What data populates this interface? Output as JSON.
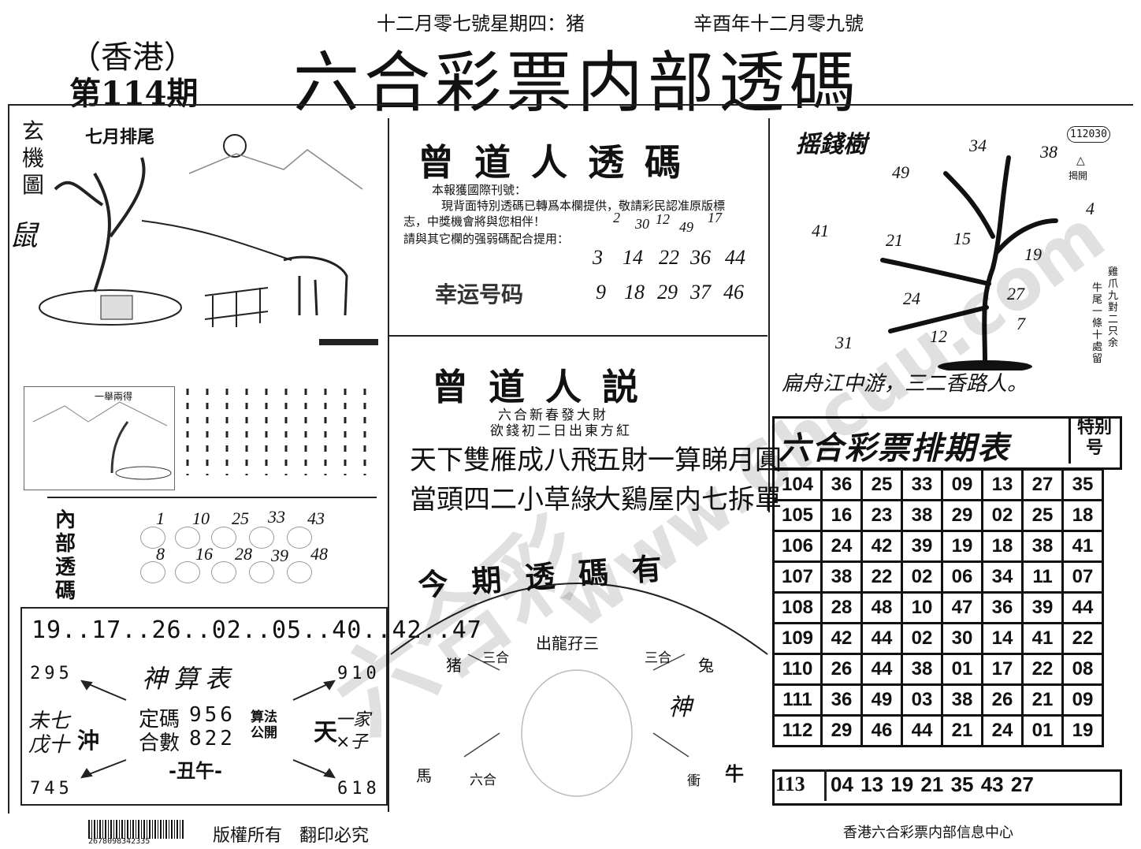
{
  "header": {
    "date_line_left": "十二月零七號星期四：猪",
    "date_line_right": "辛酉年十二月零九號",
    "region": "（香港）",
    "issue": "第114期",
    "title": "六合彩票内部透碼"
  },
  "left_top": {
    "vertical_label": "玄機圖",
    "caption": "七月排尾",
    "side_char": "鼠"
  },
  "left_mid": {
    "scroll_caption": "一舉兩得"
  },
  "inner_code": {
    "label": "內部透碼",
    "row1": [
      "1",
      "10",
      "25",
      "33",
      "43"
    ],
    "row2": [
      "8",
      "16",
      "28",
      "39",
      "48"
    ]
  },
  "shensuan": {
    "top_numbers": "19..17..26..02..05..40..42..47",
    "title": "神算表",
    "corner_tl": "295",
    "corner_tr": "910",
    "corner_bl": "745",
    "corner_br": "618",
    "left_hand": "未七 戊十",
    "chong": "沖",
    "fixed_label": "定碼",
    "fixed_value": "956",
    "sum_label": "合數",
    "sum_value": "822",
    "method": "算法公開",
    "right_char": "天",
    "right_hand": "一家 ×子",
    "branch": "-丑午-"
  },
  "center": {
    "title1": "曾道人透碼",
    "notice1": "本報獲國際刊號：",
    "notice2": "現背面特別透碼已轉爲本欄提供，敬請彩民認准原版標",
    "notice3": "志，中獎機會將與您相伴！",
    "notice4": "請與其它欄的强弱碼配合提用：",
    "lucky_label": "幸运号码",
    "hand_top": [
      "2",
      "30",
      "12",
      "49",
      "17"
    ],
    "lucky_row1": [
      "3",
      "14",
      "22",
      "36",
      "44"
    ],
    "lucky_row2": [
      "9",
      "18",
      "29",
      "37",
      "46"
    ],
    "title2": "曾道人説",
    "sub1": "六合新春發大財",
    "sub2": "欲錢初二日出東方紅",
    "poem1a": "天下雙雁成八飛",
    "poem1b": "五財一算睇月圓",
    "poem2a": "當頭四二小草綠",
    "poem2b": "大鷄屋内七拆單",
    "arc_title": "今期透碼有",
    "phrase": "出龍孖三",
    "animal_pig": "猪",
    "animal_rabbit": "兔",
    "animal_horse": "馬",
    "animal_ox": "牛",
    "sanhe1": "三合",
    "sanhe2": "三合",
    "liuhe": "六合",
    "chong": "衝",
    "shen": "神"
  },
  "money_tree": {
    "title": "摇錢樹",
    "badge": "112030",
    "open_label": "揭開",
    "numbers": [
      "34",
      "38",
      "49",
      "4",
      "41",
      "21",
      "15",
      "19",
      "24",
      "27",
      "31",
      "12",
      "7"
    ],
    "vertical1": "雞爪九對二只余",
    "vertical2": "牛尾一條十處留",
    "caption": "扁舟江中游，三二香路人。"
  },
  "schedule": {
    "title": "六合彩票排期表",
    "special": "特别号",
    "rows": [
      {
        "period": "104",
        "nums": [
          "36",
          "25",
          "33",
          "09",
          "13",
          "27"
        ],
        "special": "35"
      },
      {
        "period": "105",
        "nums": [
          "16",
          "23",
          "38",
          "29",
          "02",
          "25"
        ],
        "special": "18"
      },
      {
        "period": "106",
        "nums": [
          "24",
          "42",
          "39",
          "19",
          "18",
          "38"
        ],
        "special": "41"
      },
      {
        "period": "107",
        "nums": [
          "38",
          "22",
          "02",
          "06",
          "34",
          "11"
        ],
        "special": "07"
      },
      {
        "period": "108",
        "nums": [
          "28",
          "48",
          "10",
          "47",
          "36",
          "39"
        ],
        "special": "44"
      },
      {
        "period": "109",
        "nums": [
          "42",
          "44",
          "02",
          "30",
          "14",
          "41"
        ],
        "special": "22"
      },
      {
        "period": "110",
        "nums": [
          "26",
          "44",
          "38",
          "01",
          "17",
          "22"
        ],
        "special": "08"
      },
      {
        "period": "111",
        "nums": [
          "36",
          "49",
          "03",
          "38",
          "26",
          "21"
        ],
        "special": "09"
      },
      {
        "period": "112",
        "nums": [
          "29",
          "46",
          "44",
          "21",
          "24",
          "01"
        ],
        "special": "19"
      }
    ],
    "last_period": "113",
    "last_numbers": "04 13 19 21 35 43 27"
  },
  "footer": {
    "barcode_number": "2678098342335",
    "copyright": "版權所有　翻印必究",
    "publisher": "香港六合彩票内部信息中心"
  },
  "watermark": {
    "text1": "六合彩",
    "text2": "www.6hcuu.com"
  }
}
